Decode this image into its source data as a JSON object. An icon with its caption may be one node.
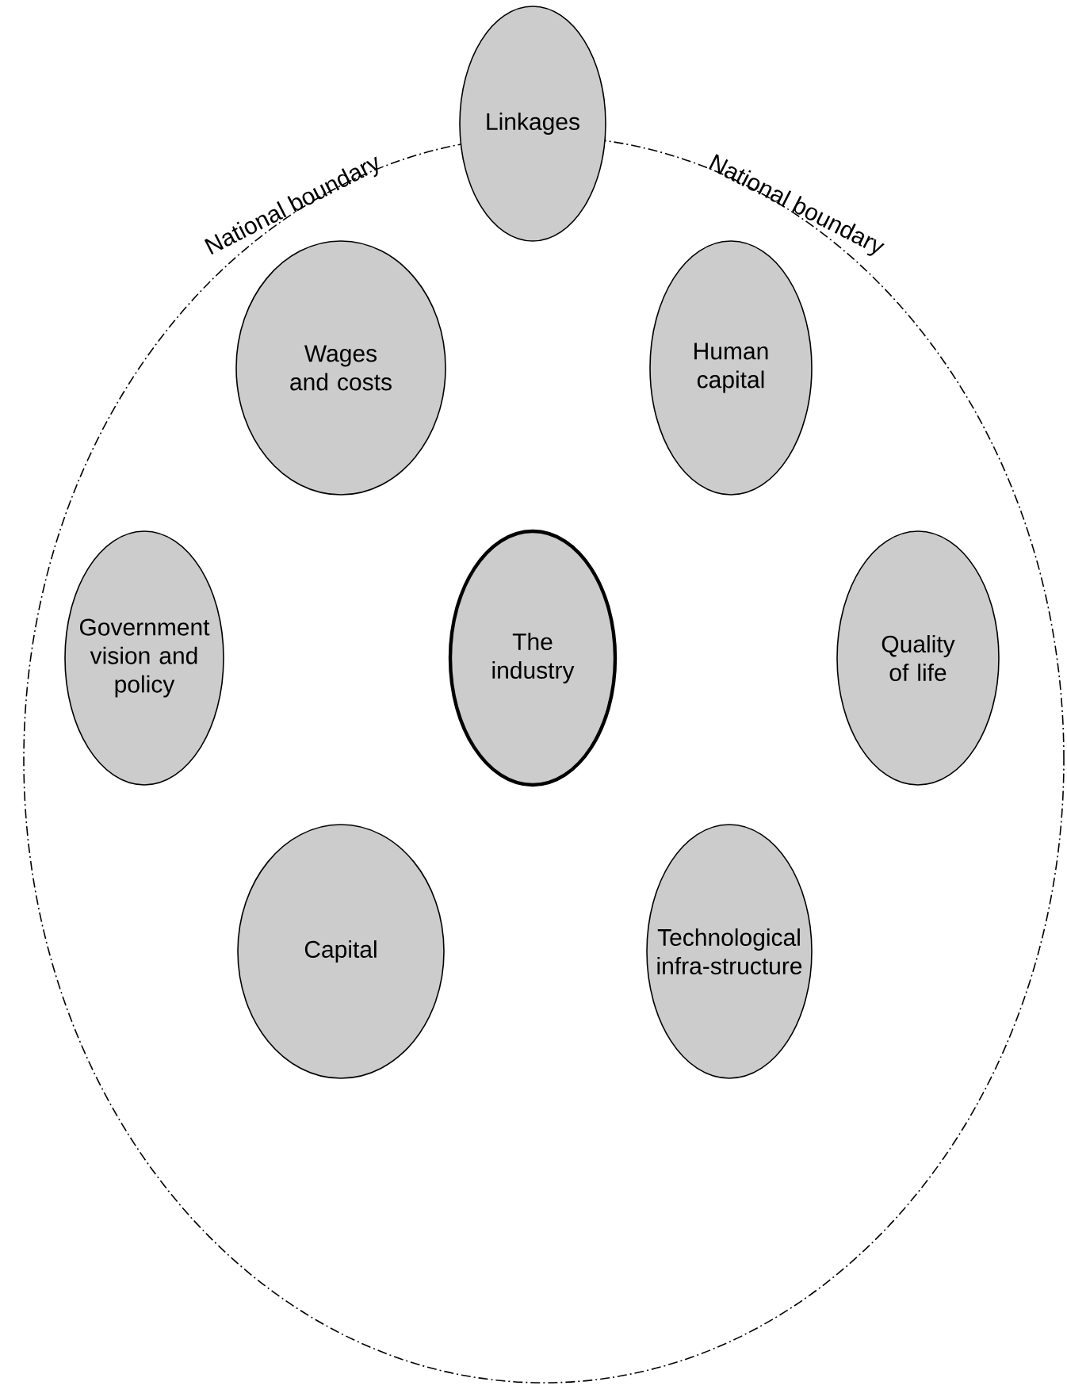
{
  "diagram": {
    "nodes": [
      {
        "text": [
          "National boundary",
          "National boundary"
        ]
      },
      {
        "text": [
          "Linkages"
        ]
      },
      {
        "text": [
          "Wages and costs"
        ],
        "in": 0
      },
      {
        "text": [
          "Human capital"
        ],
        "in": 0
      },
      {
        "text": [
          "Government vision and policy"
        ],
        "in": 0
      },
      {
        "text": [
          "The industry"
        ],
        "in": 0
      },
      {
        "text": [
          "Quality of life"
        ],
        "in": 0
      },
      {
        "text": [
          "Capital"
        ],
        "in": 0
      },
      {
        "text": [
          "Technological infra-structure"
        ],
        "in": 0
      }
    ]
  }
}
